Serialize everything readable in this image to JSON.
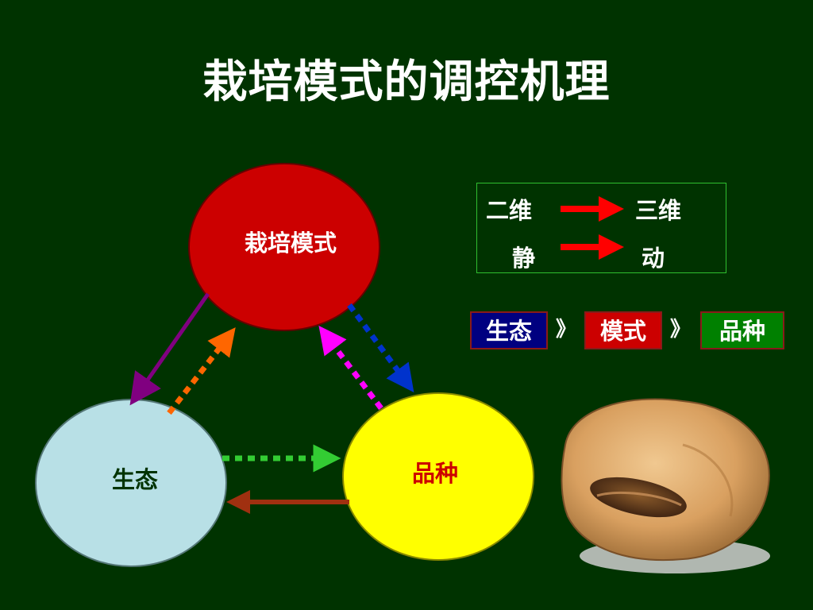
{
  "slide": {
    "title": "栽培模式的调控机理"
  },
  "nodes": {
    "cultivation_mode": {
      "label": "栽培模式",
      "fill": "#cc0000",
      "text_color": "#ffffff"
    },
    "ecology": {
      "label": "生态",
      "fill": "#b8e0e6",
      "text_color": "#003300"
    },
    "variety": {
      "label": "品种",
      "fill": "#ffff00",
      "text_color": "#cc0000"
    }
  },
  "dimension_box": {
    "row1": {
      "from": "二维",
      "to": "三维"
    },
    "row2": {
      "from": "静",
      "to": "动"
    }
  },
  "priority": {
    "items": [
      "生态",
      "模式",
      "品种"
    ],
    "separator": "》"
  },
  "colors": {
    "background": "#003300",
    "arrow_mode_to_ecology": "#800080",
    "arrow_ecology_to_mode": "#ff6600",
    "arrow_mode_to_variety": "#0033cc",
    "arrow_variety_to_mode": "#ff00ff",
    "arrow_ecology_to_variety": "#33cc33",
    "arrow_variety_to_ecology": "#a03010",
    "dimension_arrow": "#ff0000"
  },
  "image": {
    "icon": "soybean-seed-icon"
  }
}
